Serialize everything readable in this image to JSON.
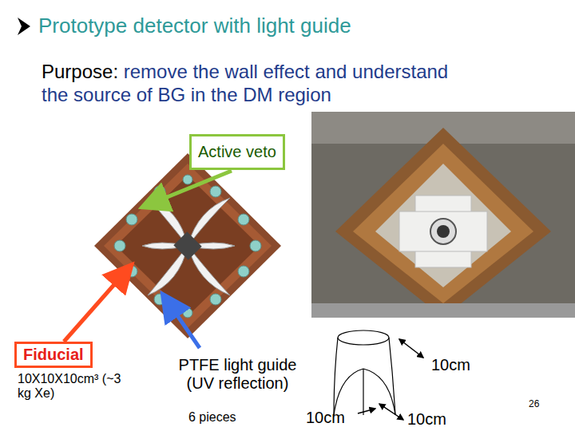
{
  "diagram": {
    "title": "Prototype detector with light guide",
    "nodes": [
      {
        "text": [
          "Active veto"
        ]
      },
      {
        "text": [
          "Fiducial"
        ]
      }
    ],
    "labels": [
      "Purpose:",
      "remove the wall effect and understand the source of BG in the DM region",
      "10X10X10cm³ (~3 kg Xe)",
      "PTFE light guide (UV reflection)",
      "6 pieces",
      "10cm",
      "10cm",
      "10cm",
      "26"
    ]
  }
}
